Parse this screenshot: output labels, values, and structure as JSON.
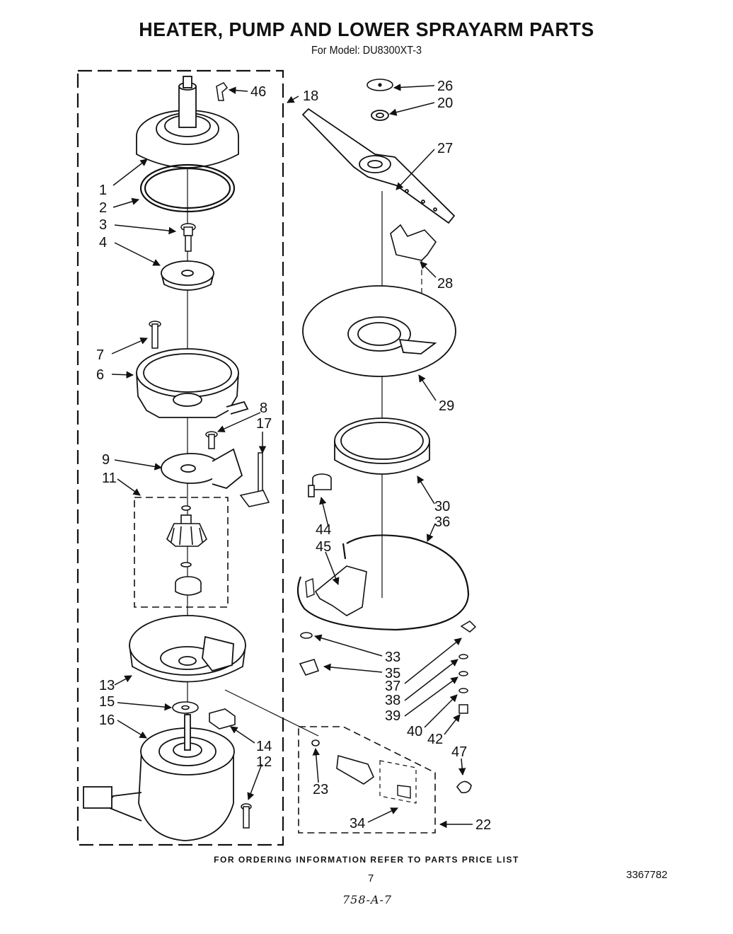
{
  "header": {
    "title": "HEATER, PUMP AND LOWER SPRAYARM PARTS",
    "subtitle": "For Model: DU8300XT-3"
  },
  "footer": {
    "ordering_note": "FOR ORDERING INFORMATION REFER TO PARTS PRICE LIST",
    "page_number": "7",
    "document_number": "3367782",
    "handwritten_ref": "758-A-7"
  },
  "callouts": {
    "c1": "1",
    "c2": "2",
    "c3": "3",
    "c4": "4",
    "c6": "6",
    "c7": "7",
    "c8": "8",
    "c9": "9",
    "c11": "11",
    "c13": "13",
    "c14": "14",
    "c15": "15",
    "c16": "16",
    "c17": "17",
    "c18": "18",
    "c12": "12",
    "c46": "46",
    "c26": "26",
    "c20": "20",
    "c27": "27",
    "c28": "28",
    "c29": "29",
    "c30": "30",
    "c36": "36",
    "c44": "44",
    "c45": "45",
    "c33": "33",
    "c35": "35",
    "c37": "37",
    "c38": "38",
    "c39": "39",
    "c40": "40",
    "c42": "42",
    "c47": "47",
    "c23": "23",
    "c34": "34",
    "c22": "22"
  }
}
